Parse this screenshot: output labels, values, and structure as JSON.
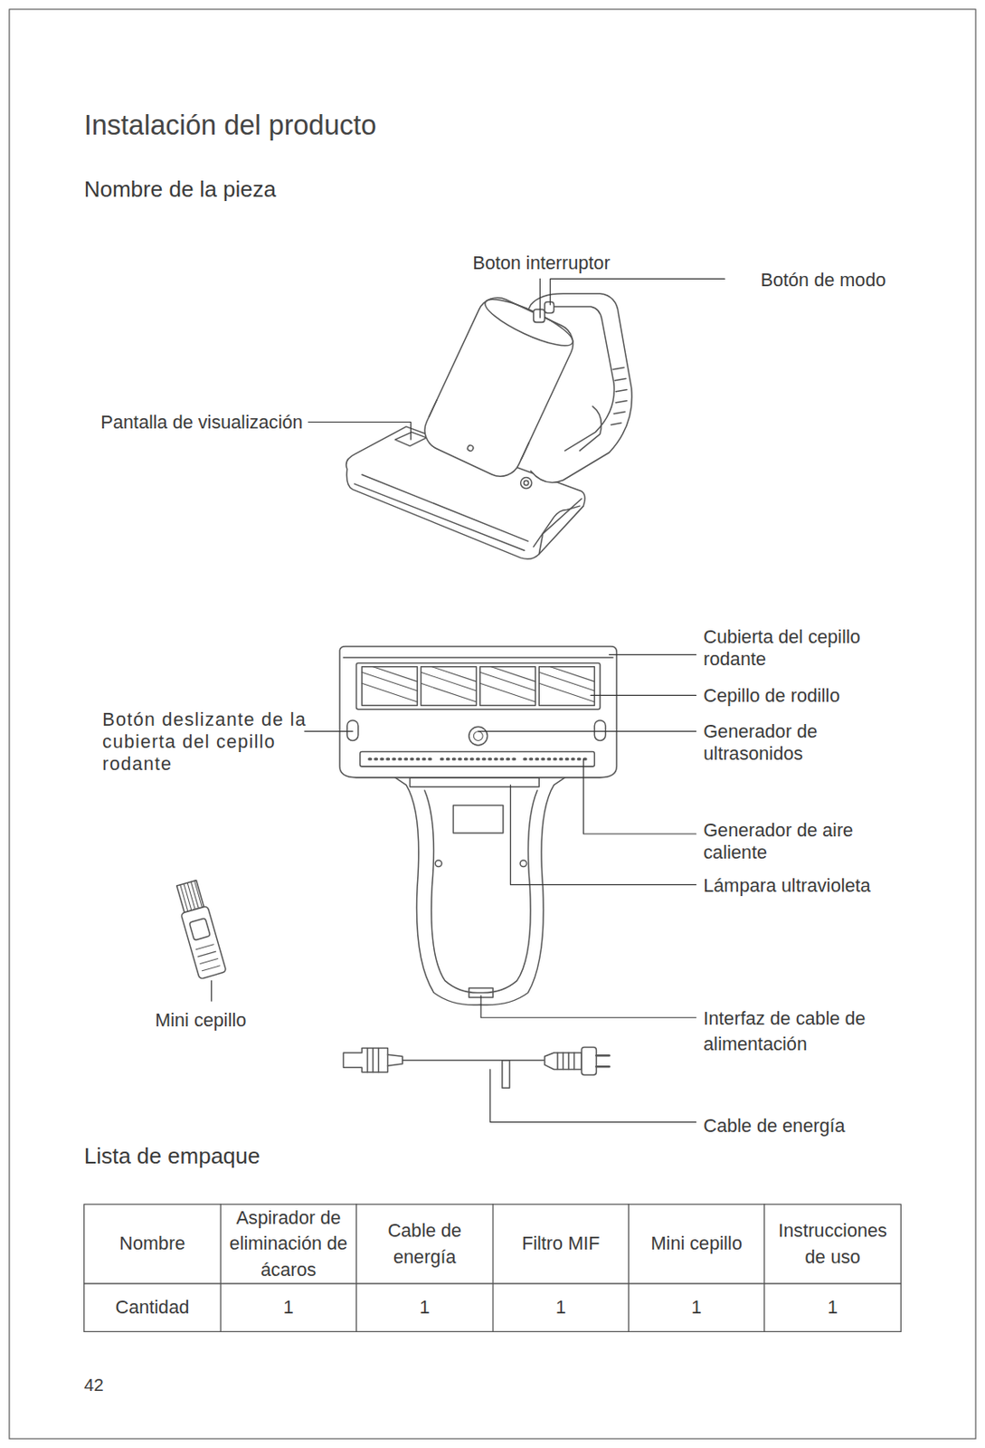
{
  "diagram": {
    "title": "Instalación del producto",
    "labels": [
      "Nombre de la pieza",
      "Boton interruptor",
      "Botón de modo",
      "Pantalla de visualización",
      "Cubierta del cepillo rodante",
      "Cepillo de rodillo",
      "Botón deslizante de la cubierta del cepillo rodante",
      "Generador de ultrasonidos",
      "Generador de aire caliente",
      "Lámpara ultravioleta",
      "Mini cepillo",
      "Interfaz de cable de alimentación",
      "Cable de energía",
      "Lista de empaque",
      "Nombre",
      "Aspirador de eliminación de ácaros",
      "Cable de energía",
      "Filtro MIF",
      "Mini cepillo",
      "Instrucciones de uso",
      "Cantidad",
      "1",
      "1",
      "1",
      "1",
      "1",
      "42"
    ]
  }
}
